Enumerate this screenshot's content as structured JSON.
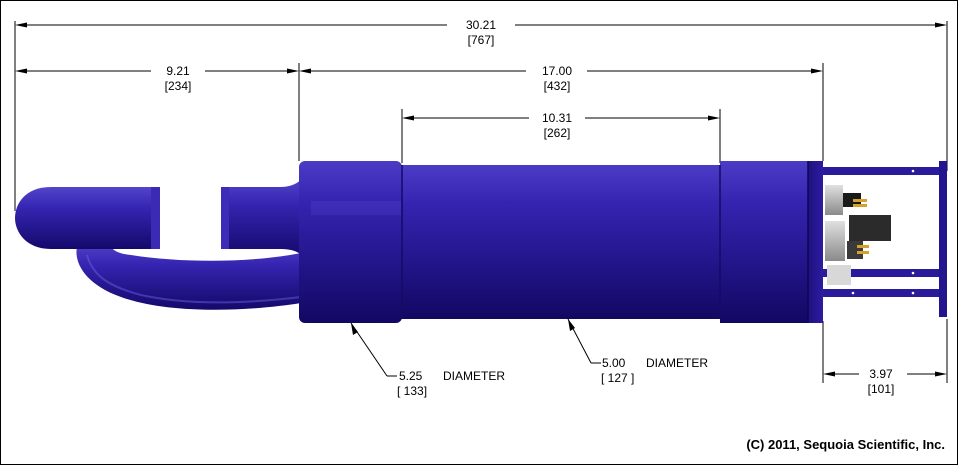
{
  "dimensions": {
    "overall": {
      "in": "30.21",
      "mm": "[767]"
    },
    "intake": {
      "in": "9.21",
      "mm": "[234]"
    },
    "housing": {
      "in": "17.00",
      "mm": "[432]"
    },
    "center": {
      "in": "10.31",
      "mm": "[262]"
    },
    "endcage": {
      "in": "3.97",
      "mm": "[101]"
    }
  },
  "callouts": {
    "large": {
      "value": "5.25",
      "mm": "[ 133]",
      "label": "DIAMETER"
    },
    "small": {
      "value": "5.00",
      "mm": "[ 127 ]",
      "label": "DIAMETER"
    }
  },
  "copyright": "(C) 2011, Sequoia Scientific, Inc.",
  "colors": {
    "body": "#2b1a9c",
    "body_dark": "#170c66",
    "body_light": "#5a4cd0"
  }
}
